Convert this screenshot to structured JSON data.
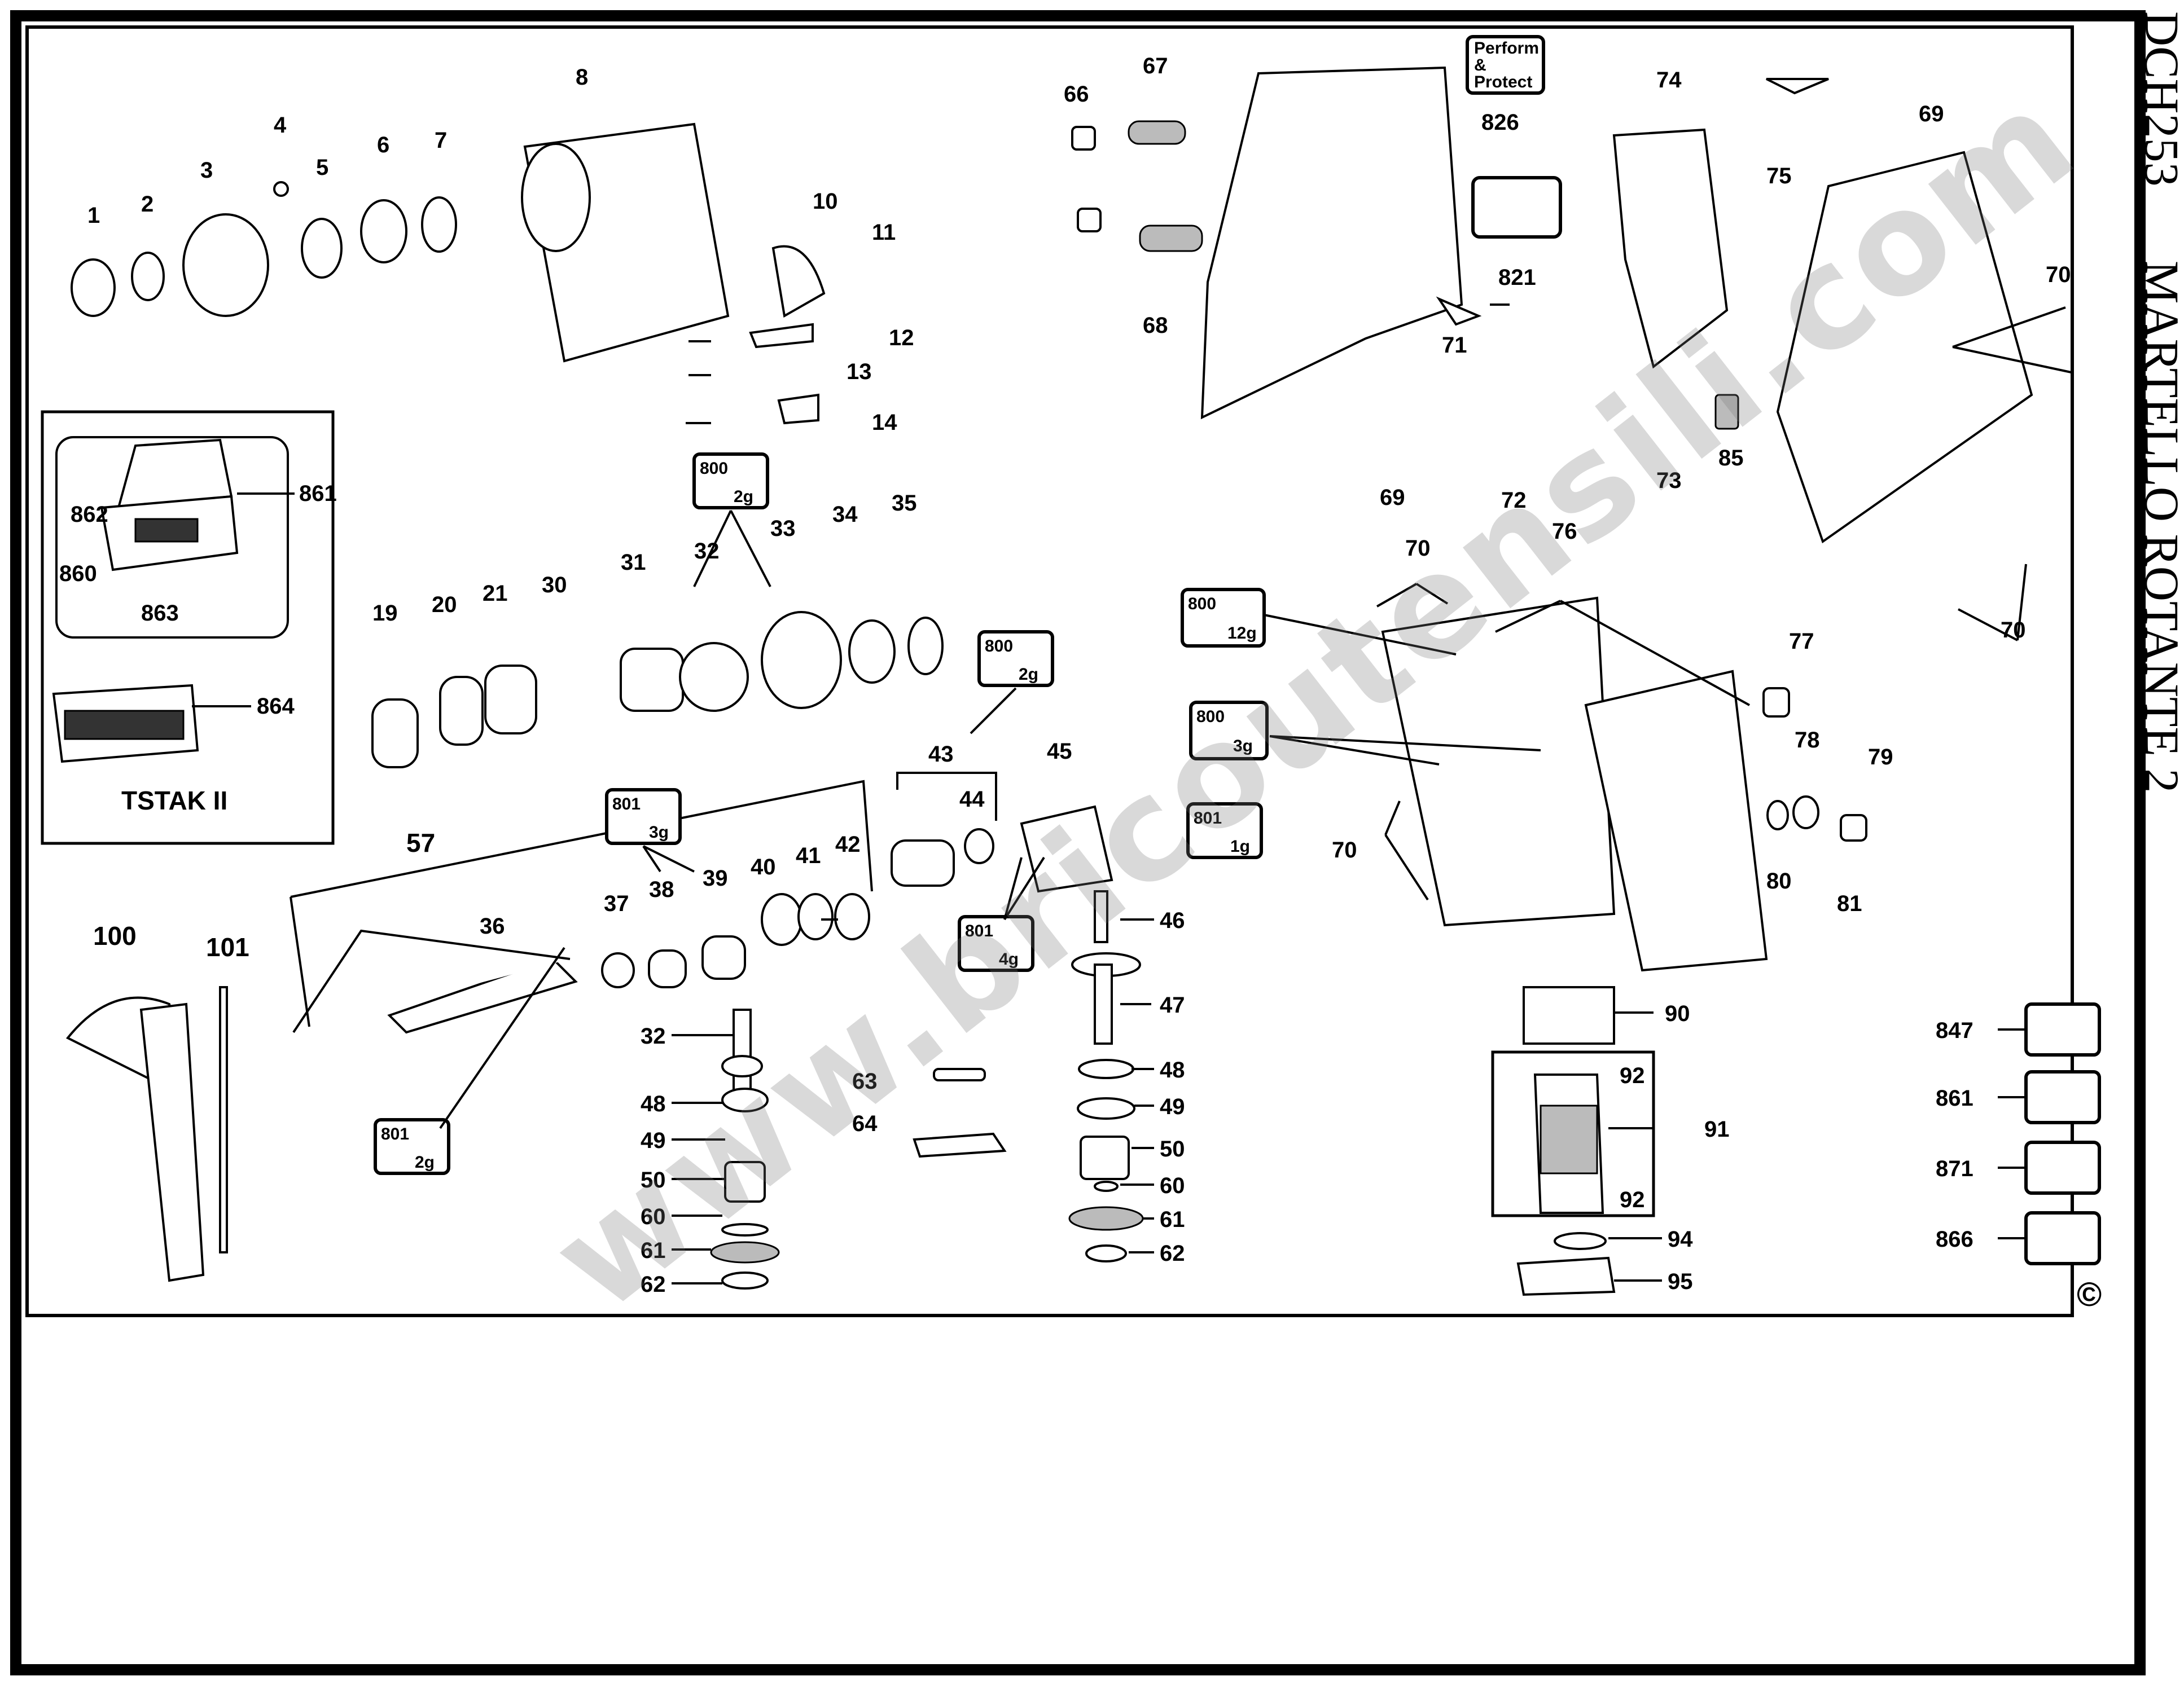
{
  "title": {
    "model": "DCH253",
    "name": "MARTELLO ROTANTE 2"
  },
  "watermark": "www.bricoutensili.com",
  "copyright_symbol": "©",
  "kit_box": {
    "name": "TSTAK II",
    "labels": [
      "861",
      "862",
      "860",
      "863",
      "864"
    ]
  },
  "perform_protect": {
    "lines": [
      "Perform",
      "&",
      "Protect"
    ],
    "label": "826"
  },
  "grease_tags": [
    {
      "code": "800",
      "amount": "2g"
    },
    {
      "code": "800",
      "amount": "2g"
    },
    {
      "code": "801",
      "amount": "3g"
    },
    {
      "code": "801",
      "amount": "2g"
    },
    {
      "code": "801",
      "amount": "4g"
    },
    {
      "code": "801",
      "amount": "1g"
    },
    {
      "code": "800",
      "amount": "12g"
    },
    {
      "code": "800",
      "amount": "3g"
    }
  ],
  "part_labels": [
    "1",
    "2",
    "3",
    "4",
    "5",
    "6",
    "7",
    "8",
    "10",
    "11",
    "12",
    "13",
    "14",
    "19",
    "20",
    "21",
    "30",
    "31",
    "32",
    "33",
    "34",
    "35",
    "57",
    "36",
    "37",
    "38",
    "39",
    "40",
    "41",
    "42",
    "43",
    "44",
    "45",
    "46",
    "47",
    "48",
    "49",
    "50",
    "60",
    "61",
    "62",
    "32",
    "48",
    "49",
    "50",
    "60",
    "61",
    "62",
    "63",
    "64",
    "66",
    "67",
    "68",
    "69",
    "71",
    "72",
    "73",
    "74",
    "75",
    "69",
    "70",
    "70",
    "821",
    "85",
    "70",
    "76",
    "77",
    "78",
    "79",
    "80",
    "81",
    "70",
    "90",
    "91",
    "92",
    "92",
    "94",
    "95",
    "100",
    "101",
    "847",
    "861",
    "871",
    "866"
  ]
}
